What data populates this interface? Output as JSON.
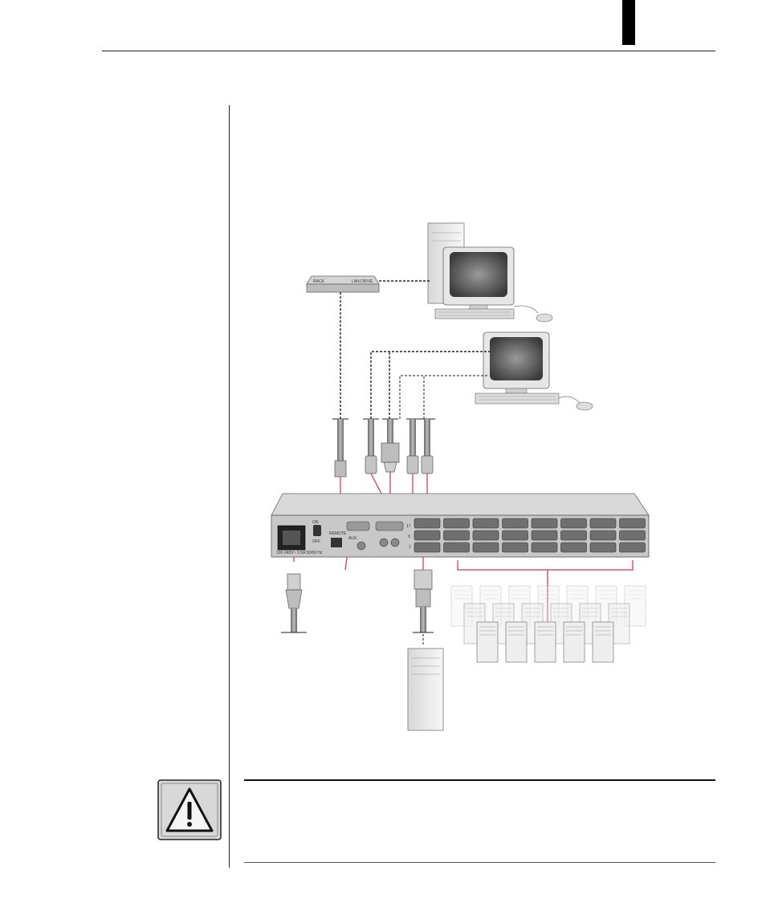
{
  "diagram": {
    "lan_device": {
      "brand_text": "RACK",
      "model_text": "LAN DRIVE"
    },
    "switch_panel": {
      "remote_label": "REMOTE",
      "power_on_label": "ON",
      "power_off_label": "OFF",
      "aux_label": "AUX",
      "port_bank_labels": [
        "17",
        "9",
        "1"
      ],
      "power_spec": "100-240V~ 1.5A 50/60 Hz"
    }
  },
  "caution": {
    "icon": "warning-triangle-icon"
  },
  "colors": {
    "cable_red": "#d9304b",
    "panel_gray": "#c8c8c8"
  }
}
